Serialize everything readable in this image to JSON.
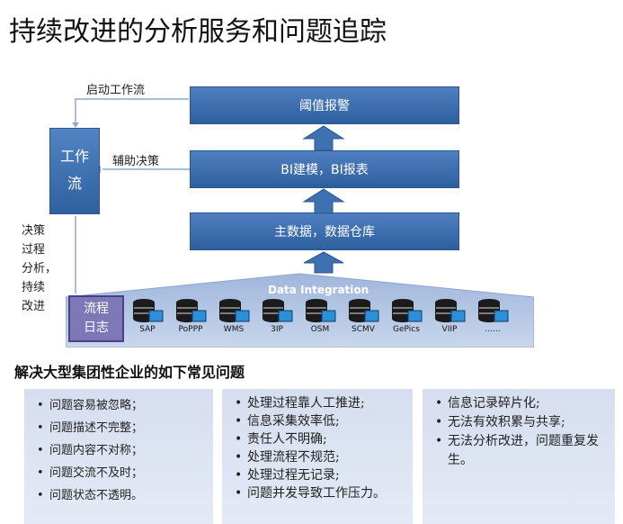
{
  "title": "持续改进的分析服务和问题追踪",
  "diagram": {
    "layers": {
      "alarm": "阈值报警",
      "bi": "BI建模，BI报表",
      "master_data": "主数据，数据仓库"
    },
    "workflow": [
      "工作",
      "流"
    ],
    "start_workflow": "启动工作流",
    "assist_decision": "辅助决策",
    "process_label": [
      "决策",
      "过程",
      "分析，",
      "持续",
      "改进"
    ],
    "integration": "Data Integration",
    "log": [
      "流程",
      "日志"
    ],
    "systems": [
      "SAP",
      "PoPPP",
      "WMS",
      "3IP",
      "OSM",
      "SCMV",
      "GePics",
      "VIIP",
      "......"
    ],
    "colors": {
      "layer": "#3a6cad",
      "band": "#b4c6e3",
      "log": "#7f78b6",
      "db_icon": "#1b1b1b",
      "db_screen": "#2f8fd6"
    }
  },
  "problems": {
    "heading": "解决大型集团性企业的如下常见问题",
    "columns": [
      [
        "问题容易被忽略；",
        "问题描述不完整；",
        "问题内容不对称；",
        "问题交流不及时；",
        "问题状态不透明。"
      ],
      [
        "处理过程靠人工推进;",
        "信息采集效率低;",
        "责任人不明确;",
        "处理流程不规范;",
        "处理过程无记录;",
        "问题并发导致工作压力。"
      ],
      [
        "信息记录碎片化;",
        "无法有效积累与共享;",
        "无法分析改进，问题重复发生。"
      ]
    ]
  }
}
